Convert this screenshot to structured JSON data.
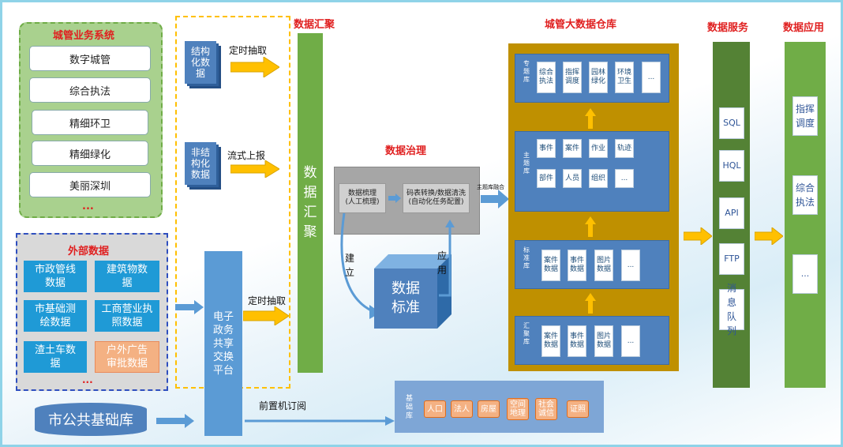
{
  "titles": {
    "biz": "城管业务系统",
    "external": "外部数据",
    "aggregation": "数据汇聚",
    "governance": "数据治理",
    "warehouse": "城管大数据仓库",
    "services": "数据服务",
    "applications": "数据应用"
  },
  "biz_systems": [
    "数字城管",
    "综合执法",
    "精细环卫",
    "精细绿化",
    "美丽深圳"
  ],
  "biz_ellipsis": "...",
  "external_data": {
    "items": [
      "市政管线数据",
      "建筑物数据",
      "市基础测绘数据",
      "工商营业执照数据",
      "渣土车数据",
      "户外广告审批数据"
    ],
    "ellipsis": "..."
  },
  "docs": {
    "structured": "结构化数据",
    "unstructured": "非结构化数据"
  },
  "flow_labels": {
    "scheduled_extract_1": "定时抽取",
    "stream_report": "流式上报",
    "scheduled_extract_2": "定时抽取",
    "frontend_subscribe": "前置机订阅",
    "build": "建立",
    "apply": "应用",
    "topic_fusion": "主题库融合"
  },
  "aggregation_bar": "数据汇聚",
  "exchange_platform": "电子政务共享交换平台",
  "public_base": "市公共基础库",
  "governance": {
    "step1": "数据梳理\n(人工梳理)",
    "step2": "码表转换/数据清洗\n(自动化任务配置)"
  },
  "data_standard": "数据标准",
  "warehouse": {
    "layers": [
      {
        "label": "专题库",
        "cells": [
          "综合执法",
          "指挥调度",
          "园林绿化",
          "环境卫生",
          "..."
        ]
      },
      {
        "label": "主题库",
        "cells": [
          "事件",
          "案件",
          "作业",
          "轨迹",
          "部件",
          "人员",
          "组织",
          "..."
        ]
      },
      {
        "label": "标准库",
        "cells": [
          "案件数据",
          "事件数据",
          "图片数据",
          "..."
        ]
      },
      {
        "label": "汇聚库",
        "cells": [
          "案件数据",
          "事件数据",
          "图片数据",
          "..."
        ]
      }
    ]
  },
  "services": [
    "SQL",
    "HQL",
    "API",
    "FTP",
    "消息队列"
  ],
  "applications": [
    "指挥调度",
    "综合执法",
    "..."
  ],
  "base_library": {
    "label": "基础库",
    "items": [
      "人口",
      "法人",
      "房屋",
      "空间地理",
      "社会诚信",
      "证照"
    ]
  }
}
